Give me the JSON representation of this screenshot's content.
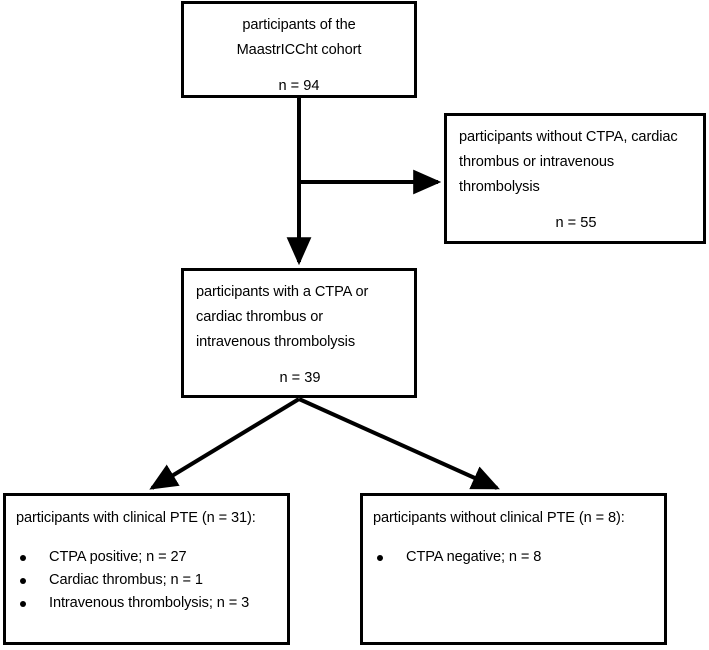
{
  "figure": {
    "type": "flowchart",
    "orientation": "top-down",
    "title": "",
    "nodes": [
      {
        "id": "cohort",
        "name": "top-box-cohort",
        "lines": [
          "participants of the",
          "MaastrICCht cohort"
        ],
        "count_label": "n = 94",
        "align": "center"
      },
      {
        "id": "excluded",
        "name": "right-box-excluded",
        "lines": [
          "participants without CTPA, cardiac",
          "thrombus or intravenous",
          "thrombolysis"
        ],
        "count_label": "n = 55",
        "align": "left"
      },
      {
        "id": "included",
        "name": "middle-box-included",
        "lines": [
          "participants with a CTPA or",
          "cardiac thrombus or",
          "intravenous thrombolysis"
        ],
        "count_label": "n = 39",
        "align": "left"
      },
      {
        "id": "pte-positive",
        "name": "bottom-left-box-with-pte",
        "heading": "participants with clinical PTE (n = 31):",
        "bullets": [
          "CTPA positive; n = 27",
          "Cardiac thrombus; n = 1",
          "Intravenous thrombolysis; n = 3"
        ]
      },
      {
        "id": "pte-negative",
        "name": "bottom-right-box-without-pte",
        "heading": "participants without clinical PTE (n = 8):",
        "bullets": [
          "CTPA negative; n = 8"
        ]
      }
    ],
    "edges": [
      {
        "id": "cohort-to-excluded",
        "from": "cohort",
        "to": "excluded",
        "style": "elbow-right",
        "arrow": true
      },
      {
        "id": "cohort-to-included",
        "from": "cohort",
        "to": "included",
        "style": "vertical",
        "arrow": true
      },
      {
        "id": "included-to-pte-positive",
        "from": "included",
        "to": "pte-positive",
        "style": "diagonal-left",
        "arrow": true
      },
      {
        "id": "included-to-pte-negative",
        "from": "included",
        "to": "pte-negative",
        "style": "diagonal-right",
        "arrow": true
      }
    ],
    "colors": {
      "stroke": "#000000",
      "background": "#ffffff",
      "text": "#000000"
    }
  }
}
